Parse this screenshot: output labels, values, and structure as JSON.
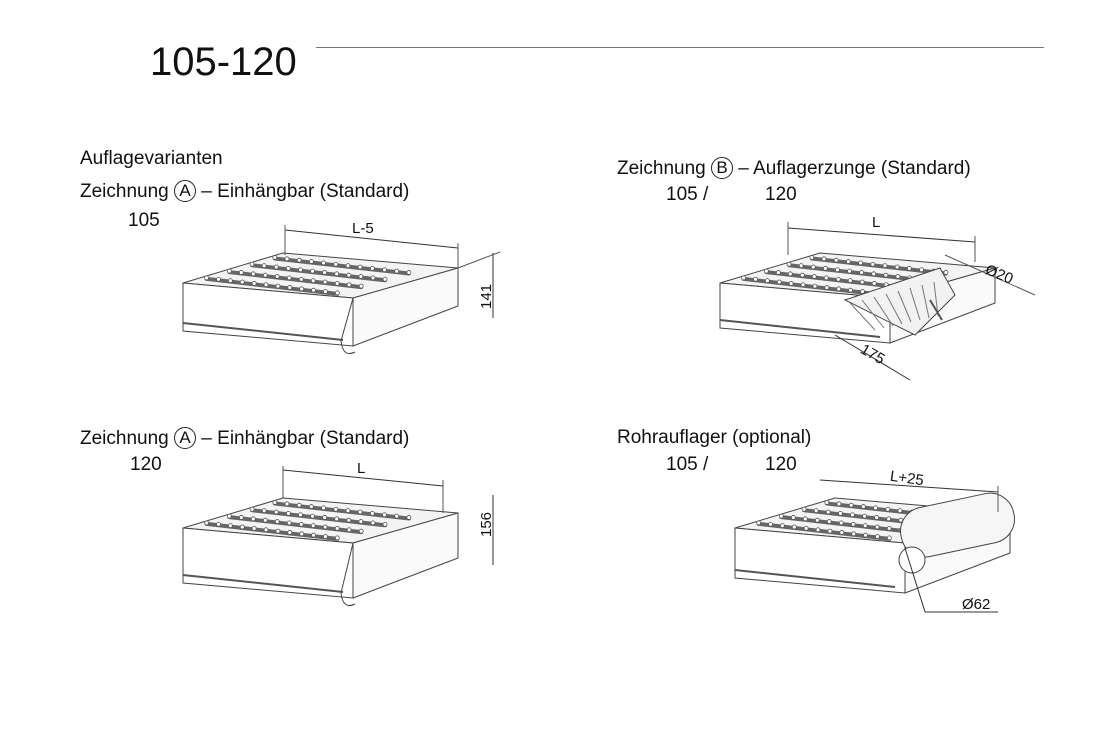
{
  "header": {
    "title": "105-120"
  },
  "section_heading": "Auflagevarianten",
  "panels": [
    {
      "prefix": "Zeichnung",
      "badge": "A",
      "suffix": "– Einhängbar (Standard)",
      "models": "105",
      "dims": {
        "length": "L-5",
        "height": "141"
      }
    },
    {
      "prefix": "Zeichnung",
      "badge": "B",
      "suffix": "– Auflagerzunge (Standard)",
      "models_a": "105 /",
      "models_b": "120",
      "dims": {
        "length": "L",
        "diameter": "Ø20",
        "tongue": "175"
      }
    },
    {
      "prefix": "Zeichnung",
      "badge": "A",
      "suffix": "– Einhängbar (Standard)",
      "models": "120",
      "dims": {
        "length": "L",
        "height": "156"
      }
    },
    {
      "label": "Rohrauflager (optional)",
      "models_a": "105 /",
      "models_b": "120",
      "dims": {
        "length": "L+25",
        "diameter": "Ø62"
      }
    }
  ]
}
